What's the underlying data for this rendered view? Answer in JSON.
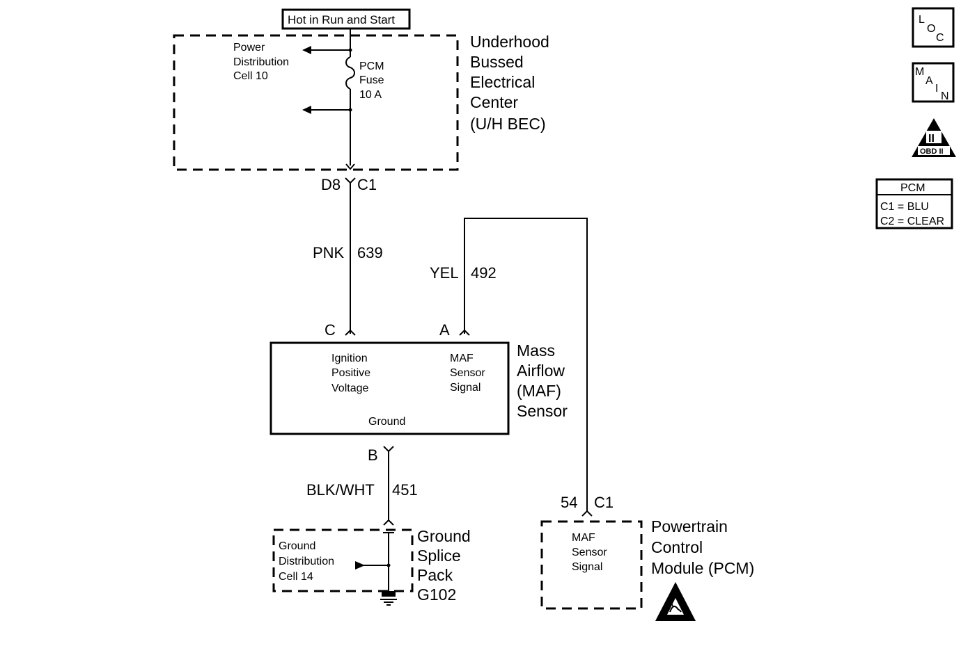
{
  "supply": {
    "label": "Hot in Run and Start"
  },
  "ubec": {
    "title_lines": [
      "Underhood",
      "Bussed",
      "Electrical",
      "Center",
      "(U/H BEC)"
    ],
    "power_dist_lines": [
      "Power",
      "Distribution",
      "Cell 10"
    ],
    "fuse_lines": [
      "PCM",
      "Fuse",
      "10 A"
    ],
    "connector_pin": "D8",
    "connector_id": "C1"
  },
  "wires": {
    "ignition": {
      "color": "PNK",
      "circuit": "639"
    },
    "signal": {
      "color": "YEL",
      "circuit": "492"
    },
    "ground": {
      "color": "BLK/WHT",
      "circuit": "451"
    }
  },
  "maf": {
    "title_lines": [
      "Mass",
      "Airflow",
      "(MAF)",
      "Sensor"
    ],
    "pin_c": "C",
    "pin_a": "A",
    "pin_b": "B",
    "ignition_lines": [
      "Ignition",
      "Positive",
      "Voltage"
    ],
    "signal_lines": [
      "MAF",
      "Sensor",
      "Signal"
    ],
    "ground_label": "Ground"
  },
  "ground_pack": {
    "title_lines": [
      "Ground",
      "Splice",
      "Pack",
      "G102"
    ],
    "dist_lines": [
      "Ground",
      "Distribution",
      "Cell 14"
    ]
  },
  "pcm": {
    "pin": "54",
    "connector_id": "C1",
    "title_lines": [
      "Powertrain",
      "Control",
      "Module (PCM)"
    ],
    "signal_lines": [
      "MAF",
      "Sensor",
      "Signal"
    ]
  },
  "side_icons": {
    "loc": [
      "L",
      "O",
      "C"
    ],
    "main": [
      "M",
      "A",
      "I",
      "N"
    ],
    "obd": {
      "numeral": "II",
      "label": "OBD II"
    },
    "esd_icon": "esd-warning-icon"
  },
  "legend": {
    "title": "PCM",
    "rows": [
      "C1 = BLU",
      "C2 = CLEAR"
    ]
  }
}
